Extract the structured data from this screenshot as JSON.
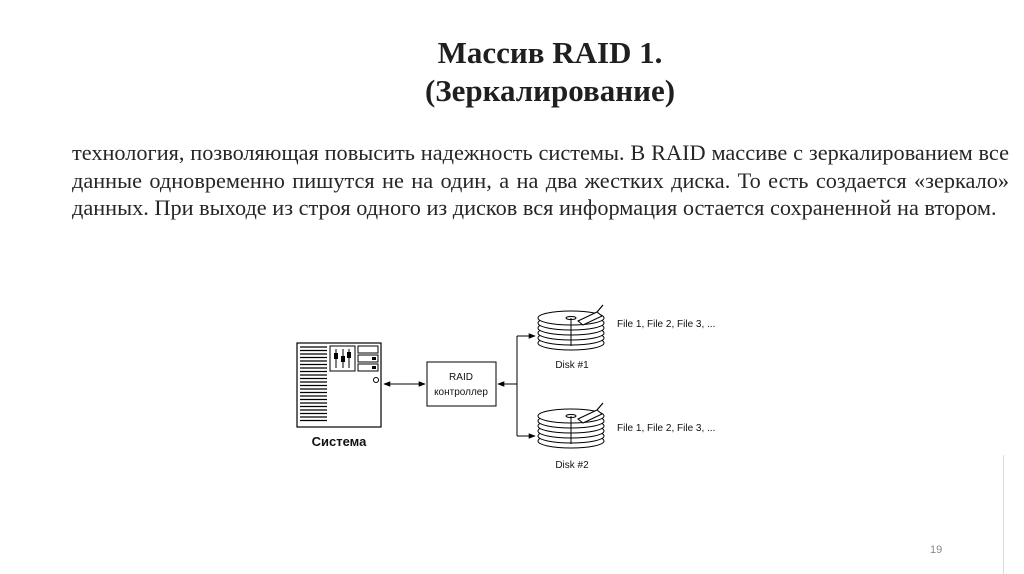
{
  "slide": {
    "title_line1": "Массив RAID 1.",
    "title_line2": "(Зеркалирование)",
    "body": "технология, позволяющая повысить надежность системы. В RAID массиве с зеркалированием все данные одновременно пишутся не на один, а на два жестких диска. То есть создается «зеркало» данных. При выходе из строя одного из дисков вся информация остается сохраненной на втором.",
    "page_number": "19"
  },
  "diagram": {
    "system_label": "Система",
    "controller_line1": "RAID",
    "controller_line2": "контроллер",
    "disks": [
      {
        "label": "Disk #1",
        "files": "File 1, File 2, File 3, ..."
      },
      {
        "label": "Disk #2",
        "files": "File 1, File 2, File 3, ..."
      }
    ]
  },
  "colors": {
    "text": "#262626",
    "diagram_stroke": "#000000",
    "background": "#ffffff"
  }
}
